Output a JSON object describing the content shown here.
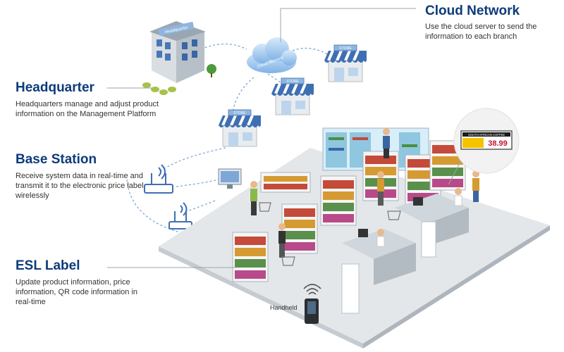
{
  "sections": [
    {
      "key": "cloud",
      "title": "Cloud Network",
      "description": "Use the cloud server to send the information to each branch"
    },
    {
      "key": "hq",
      "title": "Headquarter",
      "description": "Headquarters manage and adjust product information on the Management Platform"
    },
    {
      "key": "base",
      "title": "Base Station",
      "description": "Receive system data in real-time and transmit it to the electronic price label wirelessly"
    },
    {
      "key": "esl",
      "title": "ESL Label",
      "description": "Update product information, price information, QR code information in real-time"
    }
  ],
  "labels": {
    "building_sign": "Headquarter",
    "cloud": "Cloud Network",
    "store_sign": "STORE",
    "handheld": "Handheld",
    "esl_brand": "SOUTH AFRICAN COFFEE",
    "esl_price": "38.99"
  },
  "colors": {
    "title": "#0d3b7a",
    "awning": "#3f6fb3",
    "floor": "#e4e7ea",
    "dash": "#7fa7d6",
    "esl_yellow": "#f4c400",
    "esl_red": "#c8102e"
  }
}
